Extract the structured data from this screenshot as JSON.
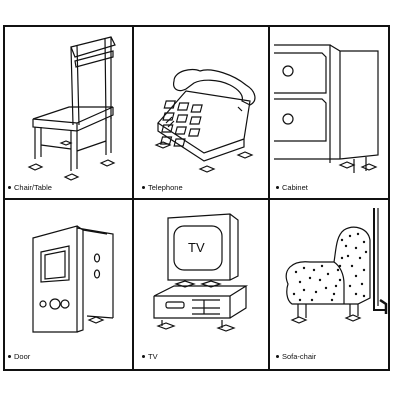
{
  "panels": [
    {
      "label": "Chair/Table",
      "icon": "chair-icon"
    },
    {
      "label": "Telephone",
      "icon": "telephone-icon"
    },
    {
      "label": "Cabinet",
      "icon": "cabinet-icon"
    },
    {
      "label": "Door",
      "icon": "door-icon"
    },
    {
      "label": "TV",
      "icon": "tv-icon",
      "screen_text": "TV"
    },
    {
      "label": "Sofa-chair",
      "icon": "sofa-chair-icon"
    }
  ],
  "colors": {
    "line": "#111111",
    "background": "#ffffff"
  }
}
